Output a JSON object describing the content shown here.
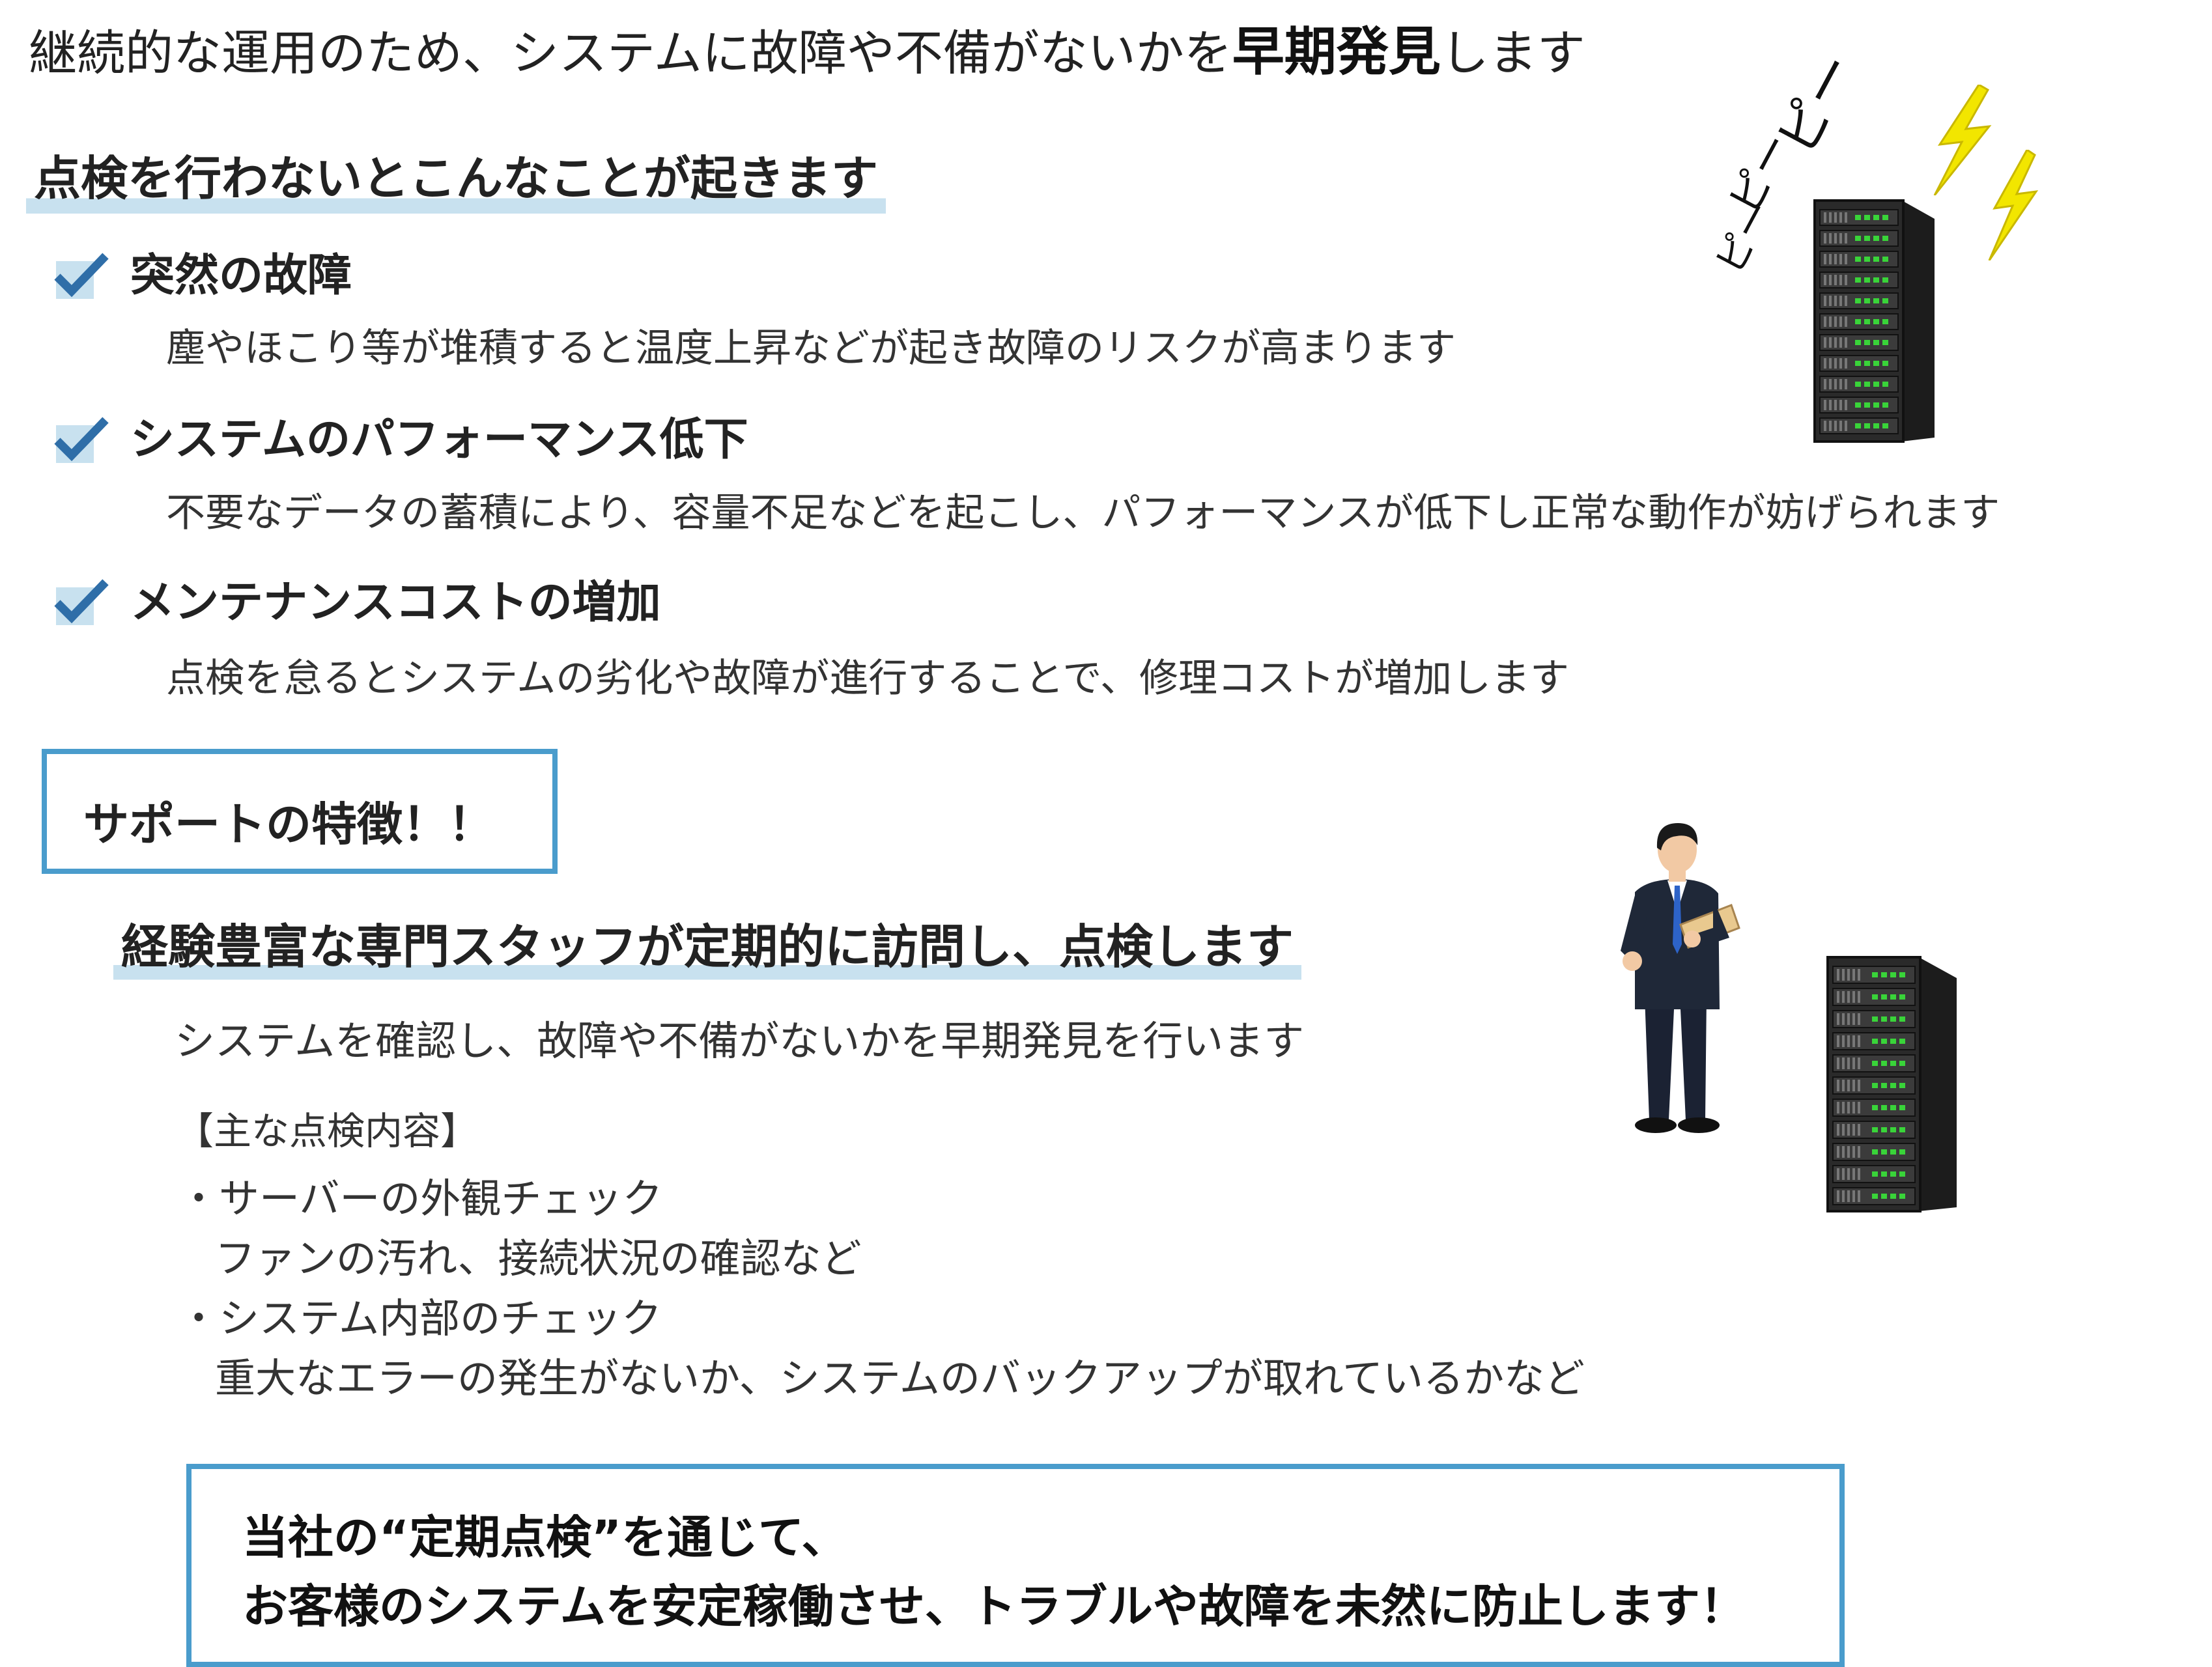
{
  "intro": {
    "prefix": "継続的な運用のため、システムに故障や不備がないかを",
    "emphasis": "早期発見",
    "suffix": "します"
  },
  "risks_heading": "点検を行わないとこんなことが起きます",
  "risks": [
    {
      "title": "突然の故障",
      "description": "塵やほこり等が堆積すると温度上昇などが起き故障のリスクが高まります"
    },
    {
      "title": "システムのパフォーマンス低下",
      "description": "不要なデータの蓄積により、容量不足などを起こし、パフォーマンスが低下し正常な動作が妨げられます"
    },
    {
      "title": "メンテナンスコストの増加",
      "description": "点検を怠るとシステムの劣化や故障が進行することで、修理コストが増加します"
    }
  ],
  "beeps": [
    "ピー",
    "ピー",
    "ピー"
  ],
  "support": {
    "label": "サポートの特徴！！",
    "heading": "経験豊富な専門スタッフが定期的に訪問し、点検します",
    "description": "システムを確認し、故障や不備がないかを早期発見を行います",
    "inspection_title": "【主な点検内容】",
    "items": [
      {
        "bullet": "・",
        "name": "サーバーの外観チェック",
        "detail": "ファンの汚れ、接続状況の確認など"
      },
      {
        "bullet": "・",
        "name": "システム内部のチェック",
        "detail": "重大なエラーの発生がないか、システムのバックアップが取れているかなど"
      }
    ]
  },
  "conclusion": {
    "line1": "当社の“定期点検”を通じて、",
    "line2": "お客様のシステムを安定稼働させ、トラブルや故障を未然に防止します！"
  },
  "colors": {
    "accent_border": "#4a9ccc",
    "highlight": "#c8e1ef",
    "check": "#2f6ea8",
    "lightning": "#f2e600",
    "server_led": "#39d439"
  },
  "icons": [
    "checkmark-icon",
    "server-icon",
    "lightning-icon",
    "businessman-illustration"
  ]
}
